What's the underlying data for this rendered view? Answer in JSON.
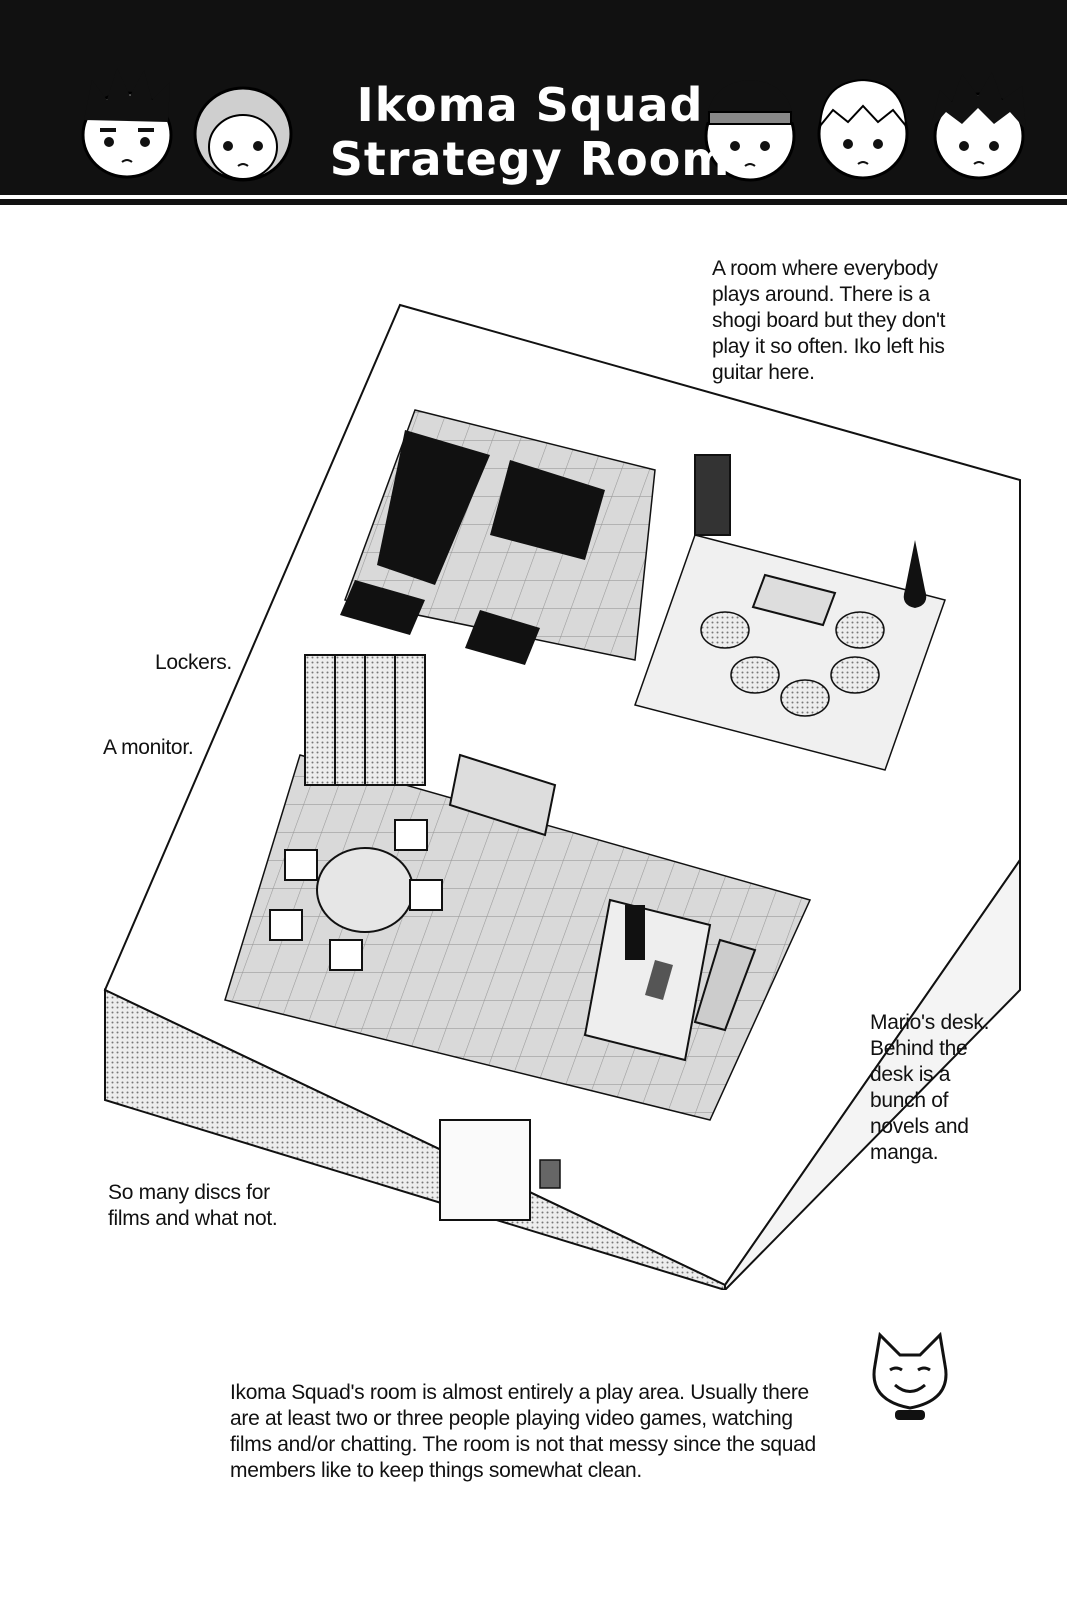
{
  "header": {
    "title": "Ikoma Squad\nStrategy Room",
    "faces": [
      "ikoma-face-icon",
      "mizukami-face-icon",
      "oki-face-icon",
      "minamisawa-face-icon",
      "hosoi-face-icon"
    ]
  },
  "notes": {
    "room": "A room where everybody\nplays around. There is a\nshogi board but they don't\nplay it so often. Iko left his\nguitar here.",
    "lockers": "Lockers.",
    "monitor": "A monitor.",
    "desk": "Mario's desk.\nBehind the\ndesk is a\nbunch of\nnovels and\nmanga.",
    "discs": "So many discs for\nfilms and what not.",
    "summary": "Ikoma Squad's room is almost entirely a play area. Usually there\nare at least two or three people playing video games, watching\nfilms and/or chatting. The room is not that messy since the squad\nmembers like to keep things somewhat clean."
  },
  "icons": {
    "floorplan": "isometric-floorplan-illustration",
    "mascot": "cat-mascot-icon"
  }
}
